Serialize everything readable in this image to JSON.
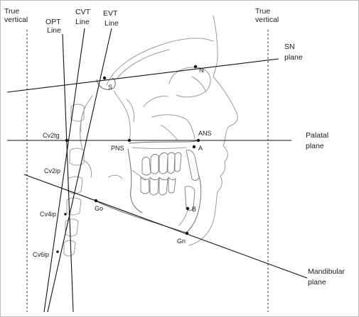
{
  "labels": {
    "true_vertical_left_1": "True",
    "true_vertical_left_2": "vertical",
    "true_vertical_right_1": "True",
    "true_vertical_right_2": "vertical",
    "opt_1": "OPT",
    "opt_2": "Line",
    "cvt_1": "CVT",
    "cvt_2": "Line",
    "evt_1": "EVT",
    "evt_2": "Line",
    "sn_1": "SN",
    "sn_2": "plane",
    "palatal_1": "Palatal",
    "palatal_2": "plane",
    "mandibular_1": "Mandibular",
    "mandibular_2": "plane"
  },
  "landmarks": {
    "N": "N",
    "S": "S",
    "ANS": "ANS",
    "A": "A",
    "PNS": "PNS",
    "B": "B",
    "Go": "Go",
    "Gn": "Gn",
    "Cv2tg": "Cv2tg",
    "Cv2ip": "Cv2ip",
    "Cv4ip": "Cv4ip",
    "Cv6ip": "Cv6ip"
  },
  "colors": {
    "background": "#ffffff",
    "lines": "#111111",
    "anatomy": "#9a9a9a",
    "frame": "#bdbdbd"
  }
}
